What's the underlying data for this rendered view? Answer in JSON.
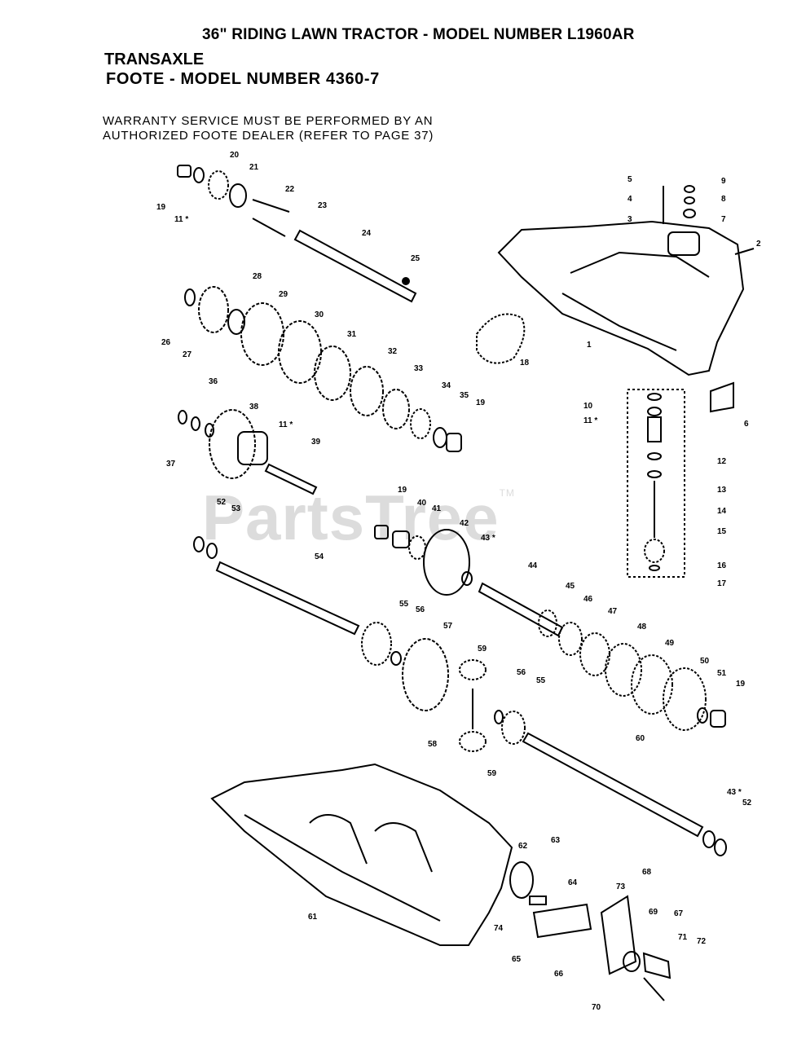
{
  "title": "36\" RIDING LAWN TRACTOR - MODEL NUMBER L1960AR",
  "subtitle_line1": "TRANSAXLE",
  "subtitle_line2": "FOOTE - MODEL NUMBER 4360-7",
  "note_line1": "WARRANTY SERVICE MUST BE PERFORMED BY AN",
  "note_line2": "AUTHORIZED FOOTE DEALER (REFER TO PAGE 37)",
  "watermark": "PartsTree",
  "watermark_mark": "TM",
  "part_labels": [
    "1",
    "2",
    "3",
    "4",
    "5",
    "6",
    "7",
    "8",
    "9",
    "10",
    "11 *",
    "11 *",
    "11 *",
    "12",
    "13",
    "14",
    "15",
    "16",
    "17",
    "18",
    "19",
    "19",
    "19",
    "19",
    "20",
    "21",
    "22",
    "23",
    "24",
    "25",
    "26",
    "27",
    "28",
    "29",
    "30",
    "31",
    "32",
    "33",
    "34",
    "35",
    "36",
    "37",
    "38",
    "39",
    "40",
    "41",
    "42",
    "43 *",
    "43 *",
    "44",
    "45",
    "46",
    "47",
    "48",
    "49",
    "50",
    "51",
    "52",
    "52",
    "53",
    "54",
    "55",
    "55",
    "56",
    "56",
    "57",
    "58",
    "59",
    "59",
    "60",
    "61",
    "62",
    "63",
    "64",
    "65",
    "66",
    "67",
    "68",
    "69",
    "70",
    "71",
    "72",
    "73",
    "74"
  ]
}
